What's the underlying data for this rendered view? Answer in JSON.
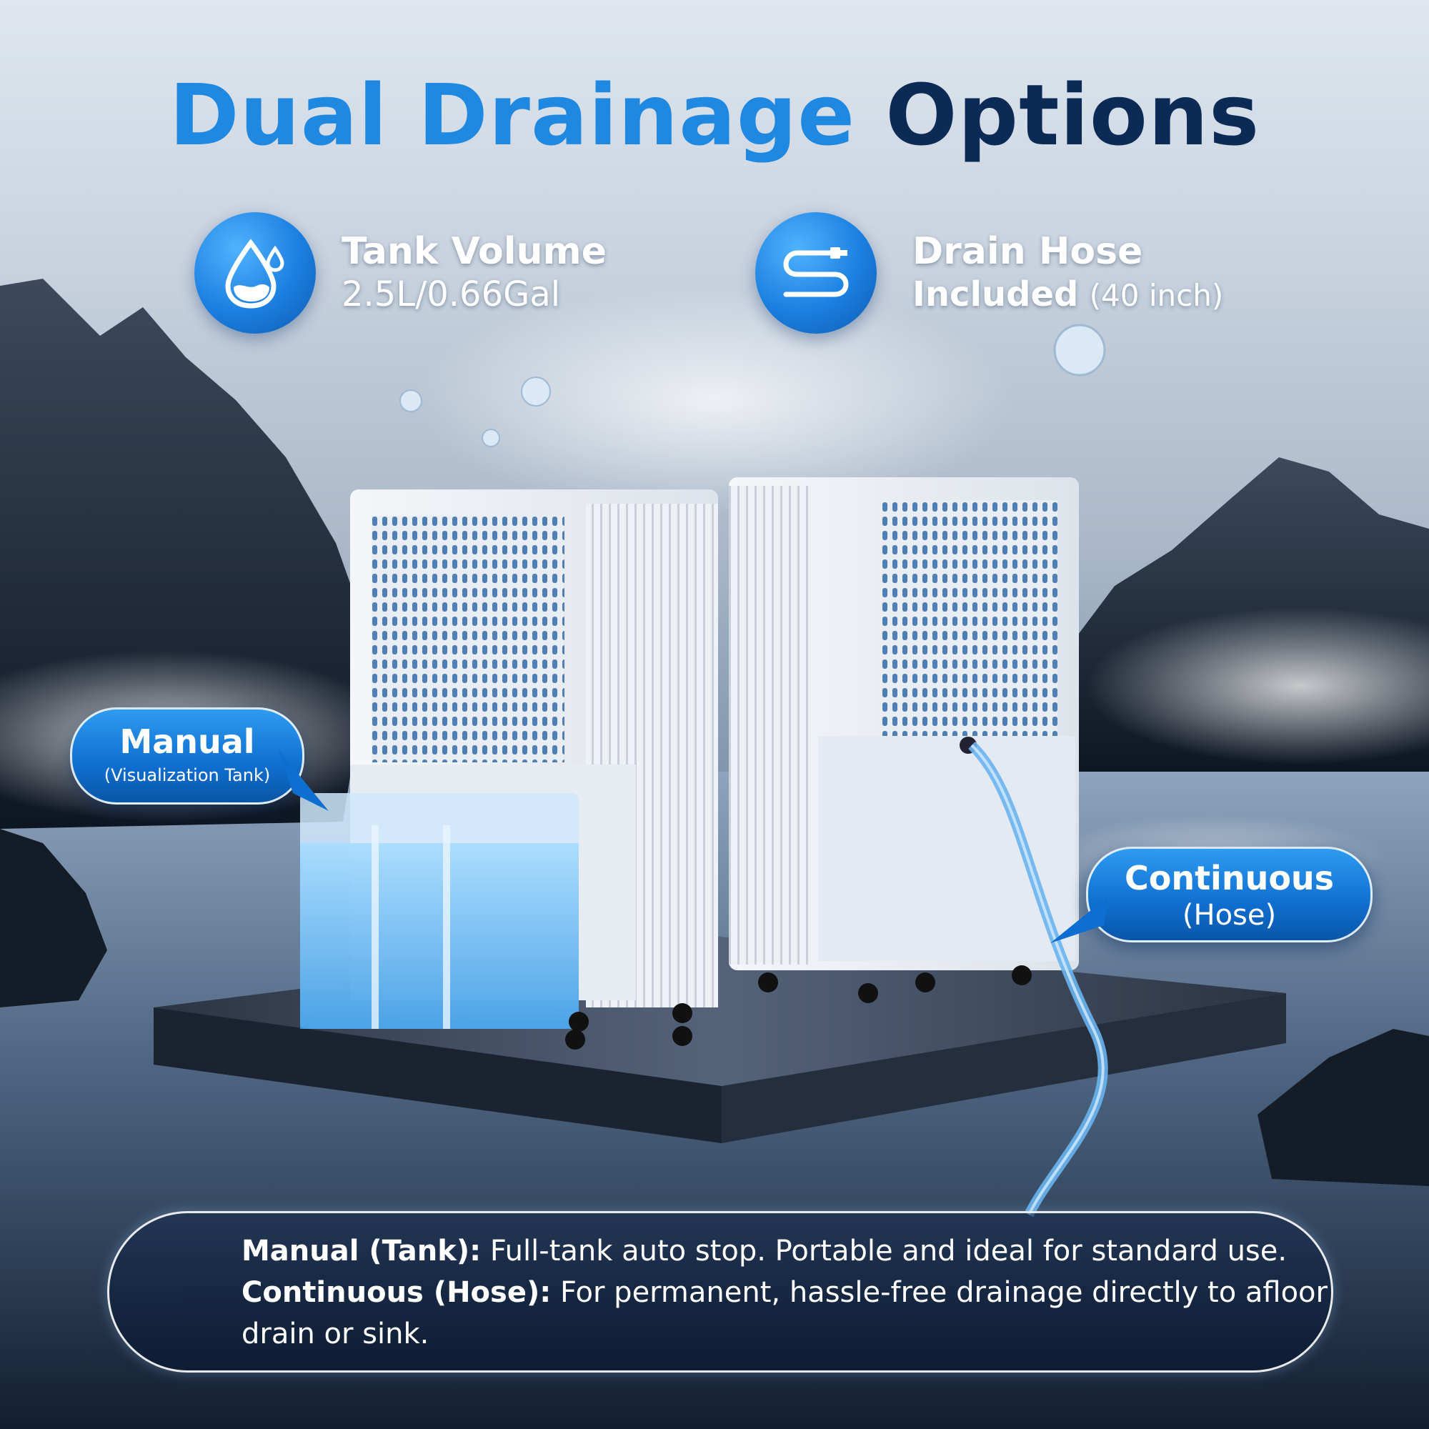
{
  "headline": {
    "part1": "Dual Drainage",
    "part2": "Options"
  },
  "features": {
    "tank": {
      "icon": "water-drop-icon",
      "title": "Tank Volume",
      "value": "2.5L/0.66Gal"
    },
    "hose": {
      "icon": "drain-hose-icon",
      "title": "Drain Hose",
      "value_bold": "Included",
      "value_note": "(40 inch)"
    }
  },
  "callouts": {
    "manual": {
      "title": "Manual",
      "subtitle": "(Visualization Tank)"
    },
    "continuous": {
      "title": "Continuous",
      "subtitle": "(Hose)"
    }
  },
  "info": {
    "manual_label": "Manual (Tank):",
    "manual_text": "Full-tank auto stop. Portable and ideal for standard use.",
    "continuous_label": "Continuous (Hose):",
    "continuous_text": "For permanent, hassle-free drainage directly to afloor",
    "continuous_text_2": "drain or sink."
  },
  "colors": {
    "headline_accent": "#1f88e0",
    "headline_dark": "#0b2a55",
    "callout_blue": "#1477d8"
  }
}
